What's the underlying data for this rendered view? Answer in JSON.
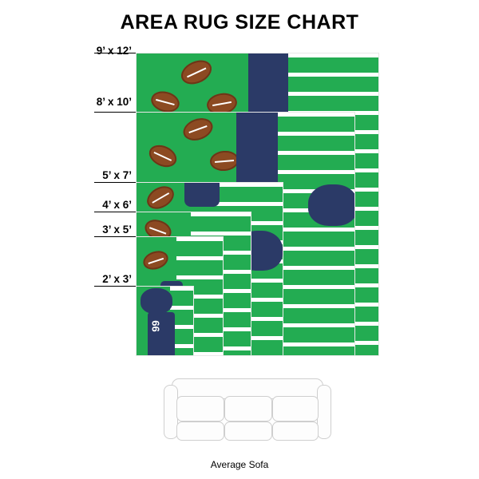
{
  "chart_data": {
    "type": "table",
    "title": "AREA RUG SIZE CHART",
    "categories": [
      "9' x 12'",
      "8' x 10'",
      "5' x 7'",
      "4' x 6'",
      "3' x 5'",
      "2' x 3'"
    ],
    "values": [
      108,
      96,
      60,
      48,
      36,
      24
    ],
    "unit": "inches (width)",
    "xlabel": "",
    "ylabel": "",
    "annotations": [
      "Average Sofa"
    ],
    "description": "Nested area rug size comparison chart with a football-themed rug pattern; rug sizes are layered largest to smallest with a reference sofa below.",
    "rugs": [
      {
        "label": "9' x 12'",
        "w": 108,
        "h": 144
      },
      {
        "label": "8' x 10'",
        "w": 96,
        "h": 120
      },
      {
        "label": "5' x 7'",
        "w": 60,
        "h": 84
      },
      {
        "label": "4' x 6'",
        "w": 48,
        "h": 72
      },
      {
        "label": "3' x 5'",
        "w": 36,
        "h": 60
      },
      {
        "label": "2' x 3'",
        "w": 24,
        "h": 36
      }
    ]
  },
  "title": "AREA RUG SIZE CHART",
  "labels": {
    "s9x12": "9’ x 12’",
    "s8x10": "8’ x 10’",
    "s5x7": "5’ x 7’",
    "s4x6": "4’ x 6’",
    "s3x5": "3’ x 5’",
    "s2x3": "2’ x 3’"
  },
  "sofa": {
    "caption": "Average Sofa"
  },
  "jersey": {
    "number": "99"
  },
  "colors": {
    "rug_green": "#23ac52",
    "navy": "#2b3a67",
    "red": "#c0392b",
    "ball_brown": "#8c4a22",
    "white": "#ffffff",
    "text": "#000000",
    "sofa_outline": "#cfcfcf"
  }
}
